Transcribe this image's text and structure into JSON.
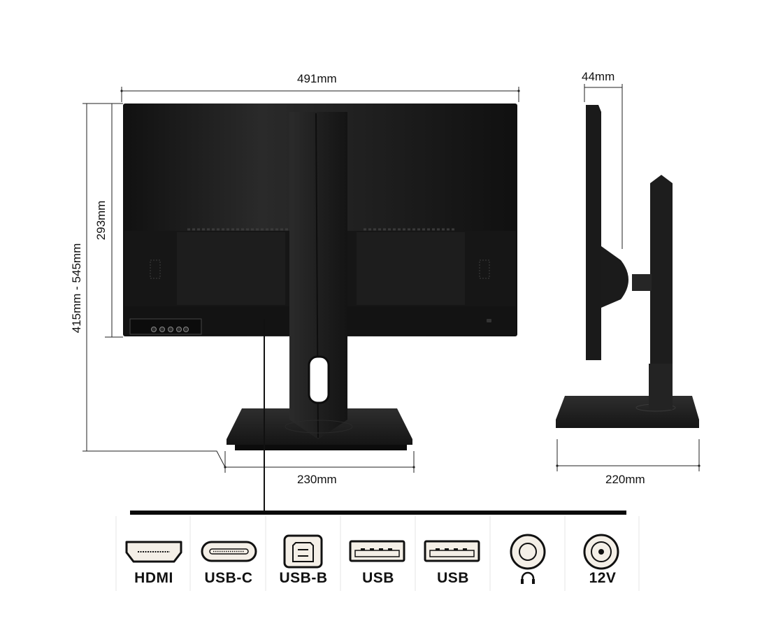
{
  "dimensions": {
    "width": "491mm",
    "depth": "44mm",
    "panel_height": "293mm",
    "total_height": "415mm - 545mm",
    "base_width": "230mm",
    "base_depth": "220mm"
  },
  "ports": [
    {
      "icon": "hdmi-port-icon",
      "label": "HDMI"
    },
    {
      "icon": "usb-c-port-icon",
      "label": "USB-C"
    },
    {
      "icon": "usb-b-port-icon",
      "label": "USB-B"
    },
    {
      "icon": "usb-a-port-icon",
      "label": "USB"
    },
    {
      "icon": "usb-a-port-icon",
      "label": "USB"
    },
    {
      "icon": "audio-jack-icon",
      "label": "",
      "symbol": "headphones-icon"
    },
    {
      "icon": "dc-power-jack-icon",
      "label": "12V"
    }
  ],
  "colors": {
    "monitor_body": "#1a1a1a",
    "port_fill": "#f4efe7",
    "dimension_line": "#222222"
  }
}
